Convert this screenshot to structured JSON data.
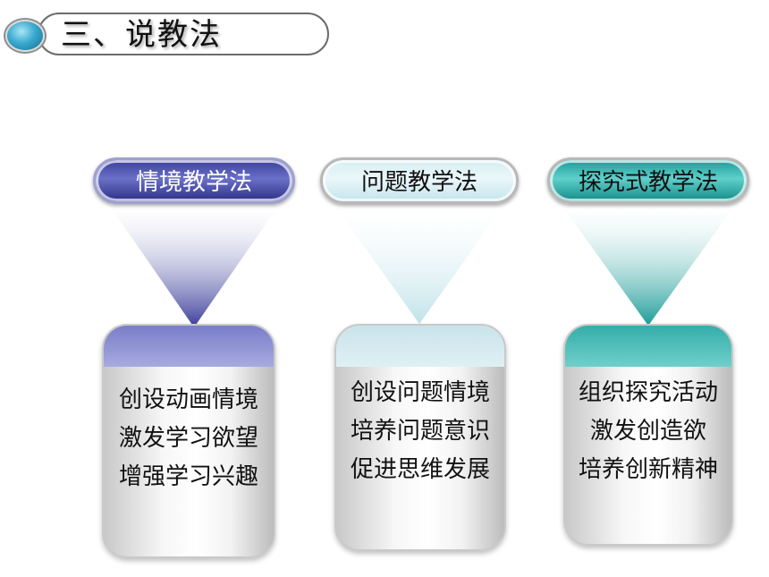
{
  "title": "三、说教法",
  "columns": [
    {
      "header": "情境教学法",
      "lines": [
        "创设动画情境",
        "激发学习欲望",
        "增强学习兴趣"
      ]
    },
    {
      "header": "问题教学法",
      "lines": [
        "创设问题情境",
        "培养问题意识",
        "促进思维发展"
      ]
    },
    {
      "header": "探究式教学法",
      "lines": [
        "组织探究活动",
        "激发创造欲",
        "培养创新精神"
      ]
    }
  ],
  "colors": {
    "column1": "#3b3f9a",
    "column2": "#d7eef3",
    "column3": "#1c9b98"
  }
}
